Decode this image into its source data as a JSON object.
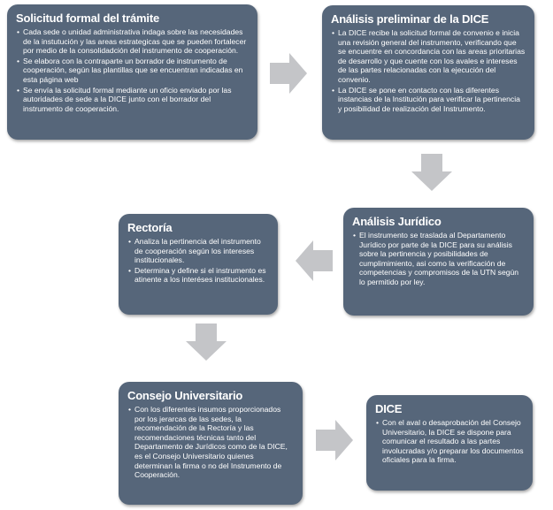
{
  "steps": [
    {
      "title": "Solicitud formal del trámite",
      "bullets": [
        "Cada sede o unidad administrativa indaga sobre las necesidades de la instutución y las areas estrategicas que se pueden fortalecer por medio de la consolidadción del instrumento de cooperación.",
        "Se elabora con la contraparte un borrador de instrumento de cooperación, según las plantillas que se encuentran indicadas en esta página web",
        "Se envía la solicitud formal mediante un oficio enviado por las autoridades de sede a la DICE junto con el borrador del instrumento de cooperación."
      ]
    },
    {
      "title": "Análisis preliminar de la DICE",
      "bullets": [
        "La DICE recibe la solicitud formal de convenio e inicia una revisión general del instrumento, verificando que se encuentre en concordancia con las areas prioritarias de desarrollo y que cuente con los avales e intereses de las partes relacionadas con la ejecución del convenio.",
        "La DICE se pone en contacto con las diferentes instancias de la Institución para verificar la pertinencia y posibilidad de realización del Instrumento."
      ]
    },
    {
      "title": "Análisis Jurídico",
      "bullets": [
        "El instrumento se traslada al Departamento Jurídico por parte de la DICE para su análisis sobre la pertinencia y posibilidades de cumplimimiento, asi como la verificación de competencias y compromisos de la UTN según lo permitido por ley."
      ]
    },
    {
      "title": "Rectoría",
      "bullets": [
        "Analiza la pertinencia del instrumento de cooperación según los intereses institucionales.",
        "Determina y define si el instrumento es atinente a los interéses institucionales."
      ]
    },
    {
      "title": "Consejo Universitario",
      "bullets": [
        "Con los diferentes insumos proporcionados por los jerarcas de las sedes, la recomendación de la Rectoría y las recomendaciones técnicas tanto del Departamento de Jurídicos como de la DICE, es el Consejo Universitario quienes determinan la firma o no del Instrumento de Cooperación."
      ]
    },
    {
      "title": "DICE",
      "bullets": [
        "Con el aval o desaprobación del Consejo Universitario, la DICE se dispone para comunicar el resultado a las partes involucradas y/o preparar los documentos oficiales para la firma."
      ]
    }
  ],
  "colors": {
    "box": "#56667a",
    "arrow": "#c4c5c8",
    "text": "#ffffff"
  }
}
